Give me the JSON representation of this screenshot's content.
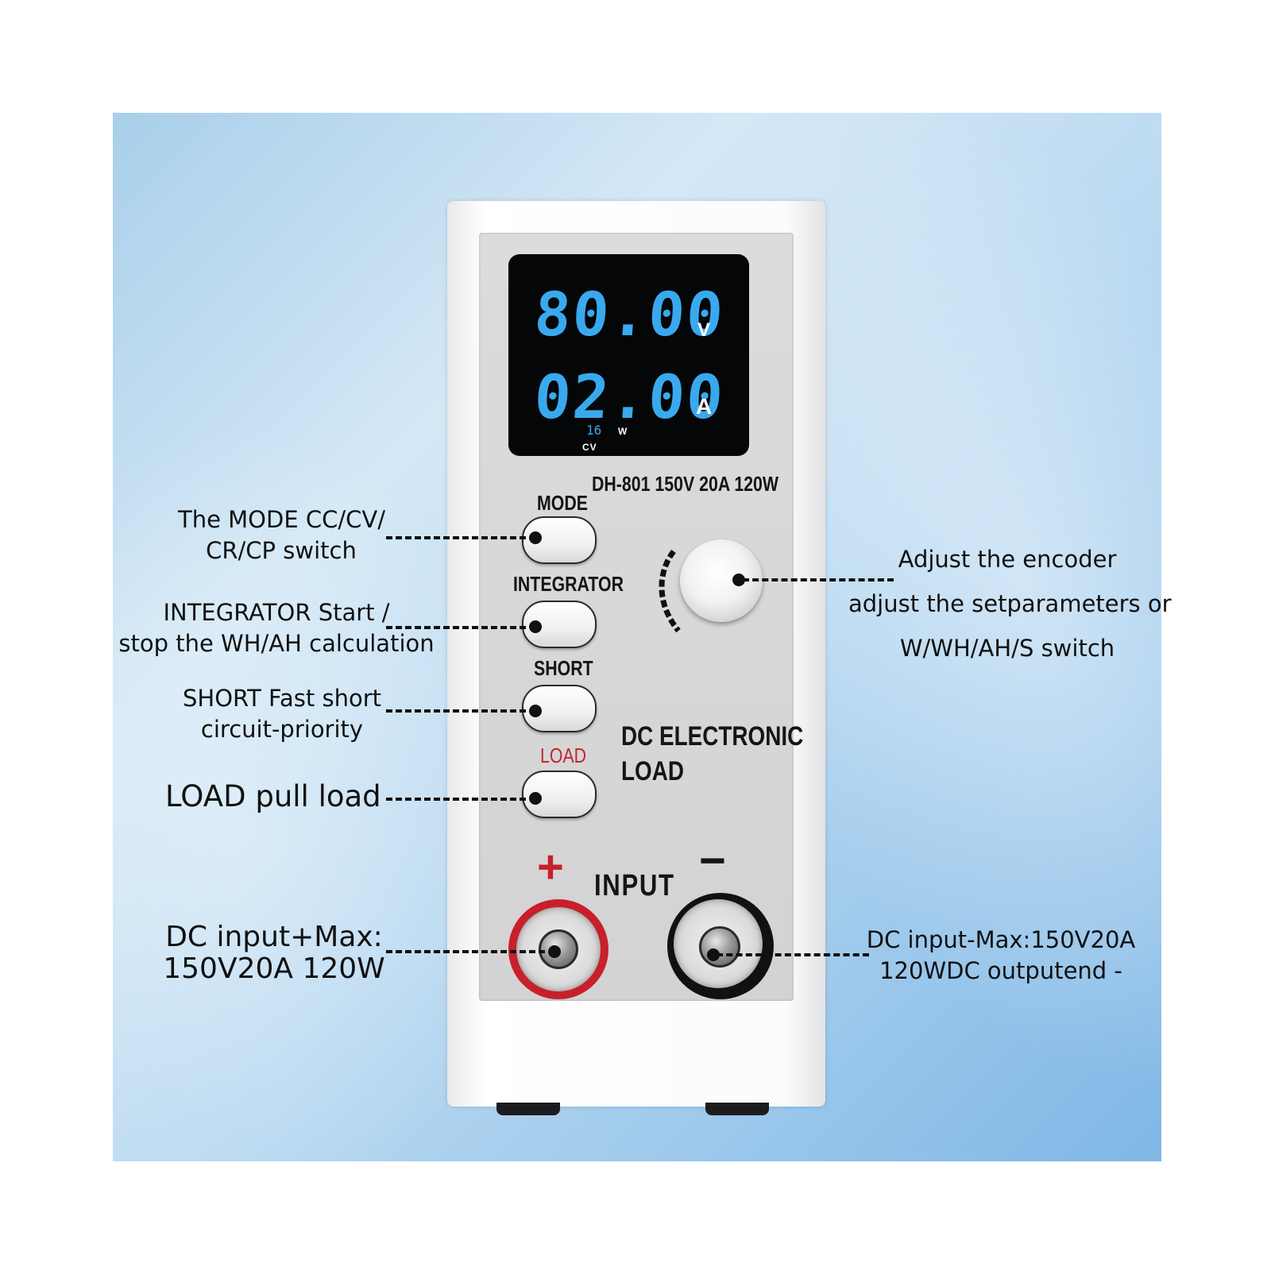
{
  "display": {
    "voltage": "80.00",
    "voltage_unit": "V",
    "current": "02.00",
    "current_unit": "A",
    "power_value": "16",
    "power_unit": "W",
    "mode_indicator": "CV"
  },
  "panel": {
    "model": "DH-801  150V 20A 120W",
    "title_line1": "DC ELECTRONIC",
    "title_line2": "LOAD",
    "input_label": "INPUT",
    "plus_symbol": "+",
    "minus_symbol": "−"
  },
  "buttons": {
    "mode": "MODE",
    "integrator": "INTEGRATOR",
    "short": "SHORT",
    "load": "LOAD"
  },
  "callouts": {
    "mode_line1": "The MODE CC/CV/",
    "mode_line2": "CR/CP switch",
    "integrator_line1": "INTEGRATOR Start /",
    "integrator_line2": "stop the WH/AH calculation",
    "short_line1": "SHORT Fast short",
    "short_line2": "circuit-priority",
    "load": "LOAD pull load",
    "input_plus_line1": "DC input+Max:",
    "input_plus_line2": "150V20A 120W",
    "encoder_line1": "Adjust the encoder",
    "encoder_line2": "adjust the setparameters or",
    "encoder_line3": "W/WH/AH/S switch",
    "input_minus_line1": "DC input-Max:150V20A",
    "input_minus_line2": "120WDC outputend -"
  },
  "colors": {
    "display_digits": "#39a9ee",
    "load_label": "#c0282e",
    "plus_terminal": "#c8202a",
    "minus_terminal": "#111111"
  }
}
